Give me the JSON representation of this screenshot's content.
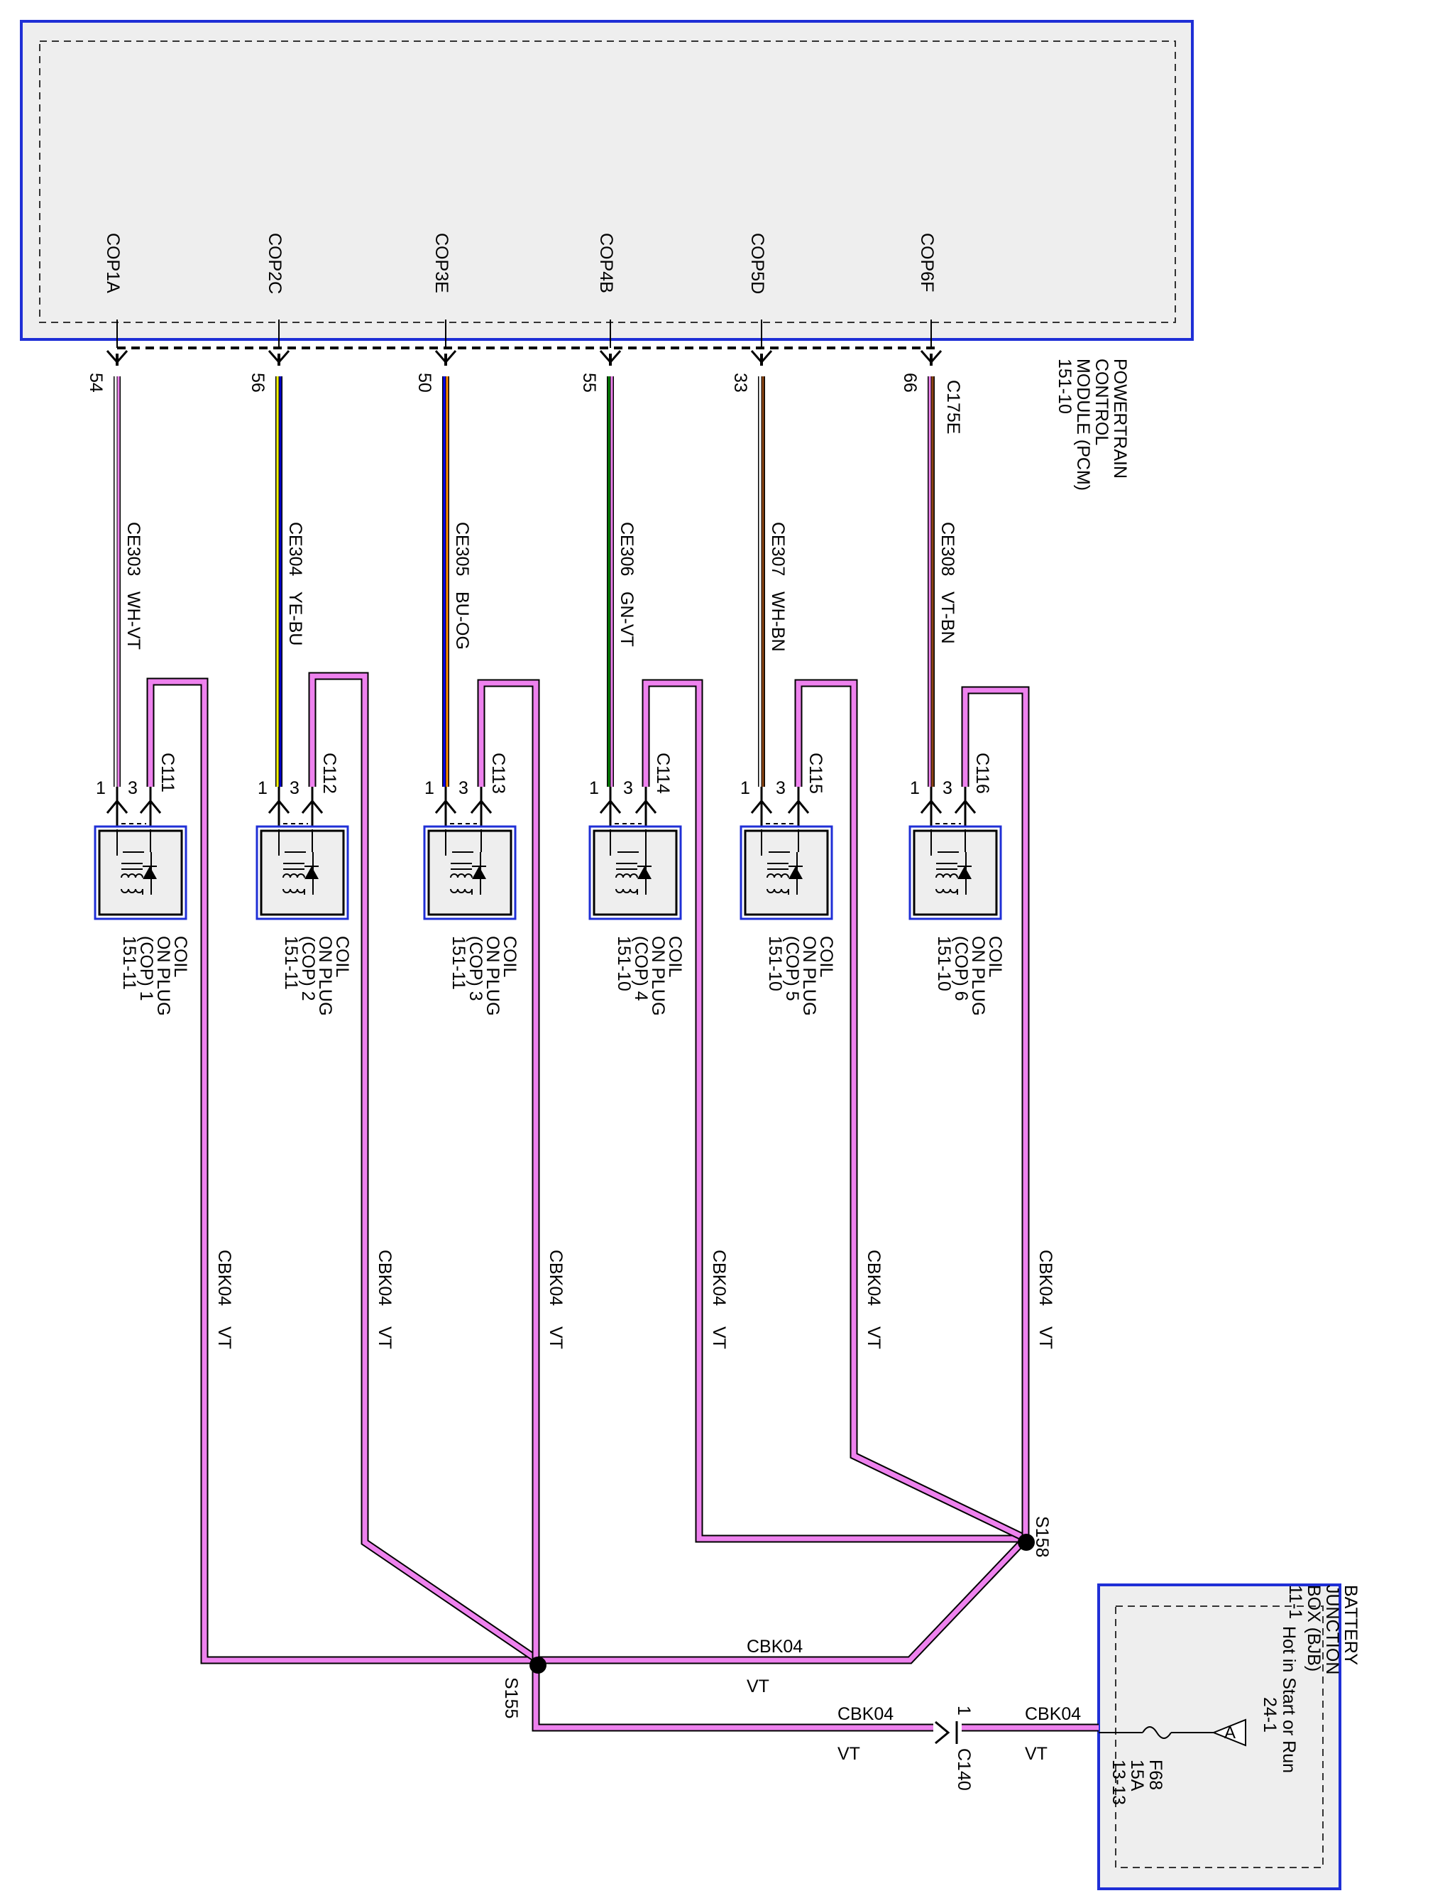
{
  "pcm": {
    "name_lines": [
      "POWERTRAIN",
      "CONTROL",
      "MODULE (PCM)",
      "151-10"
    ],
    "connector": "C175E",
    "pins": [
      {
        "label": "COP1A",
        "pin": "54"
      },
      {
        "label": "COP2C",
        "pin": "56"
      },
      {
        "label": "COP3E",
        "pin": "50"
      },
      {
        "label": "COP4B",
        "pin": "55"
      },
      {
        "label": "COP5D",
        "pin": "33"
      },
      {
        "label": "COP6F",
        "pin": "66"
      }
    ]
  },
  "signal_wires": [
    {
      "circuit": "CE303",
      "color_code": "WH-VT",
      "colors": [
        "#ffffff",
        "#ee82ee"
      ]
    },
    {
      "circuit": "CE304",
      "color_code": "YE-BU",
      "colors": [
        "#ffff00",
        "#0000cc"
      ]
    },
    {
      "circuit": "CE305",
      "color_code": "BU-OG",
      "colors": [
        "#0000ff",
        "#ff8c00"
      ]
    },
    {
      "circuit": "CE306",
      "color_code": "GN-VT",
      "colors": [
        "#008000",
        "#ee82ee"
      ]
    },
    {
      "circuit": "CE307",
      "color_code": "WH-BN",
      "colors": [
        "#ffffff",
        "#8b4513"
      ]
    },
    {
      "circuit": "CE308",
      "color_code": "VT-BN",
      "colors": [
        "#ee82ee",
        "#8b4513"
      ]
    }
  ],
  "coils": [
    {
      "connector": "C111",
      "pin1": "1",
      "pin3": "3",
      "name_lines": [
        "COIL",
        "ON PLUG",
        "(COP) 1",
        "151-11"
      ]
    },
    {
      "connector": "C112",
      "pin1": "1",
      "pin3": "3",
      "name_lines": [
        "COIL",
        "ON PLUG",
        "(COP) 2",
        "151-11"
      ]
    },
    {
      "connector": "C113",
      "pin1": "1",
      "pin3": "3",
      "name_lines": [
        "COIL",
        "ON PLUG",
        "(COP) 3",
        "151-11"
      ]
    },
    {
      "connector": "C114",
      "pin1": "1",
      "pin3": "3",
      "name_lines": [
        "COIL",
        "ON PLUG",
        "(COP) 4",
        "151-10"
      ]
    },
    {
      "connector": "C115",
      "pin1": "1",
      "pin3": "3",
      "name_lines": [
        "COIL",
        "ON PLUG",
        "(COP) 5",
        "151-10"
      ]
    },
    {
      "connector": "C116",
      "pin1": "1",
      "pin3": "3",
      "name_lines": [
        "COIL",
        "ON PLUG",
        "(COP) 6",
        "151-10"
      ]
    }
  ],
  "power_circuit": {
    "circuit": "CBK04",
    "color_code": "VT",
    "color": "#ee82ee"
  },
  "splices": [
    "S155",
    "S158"
  ],
  "inline_connector": {
    "name": "C140",
    "pin": "1"
  },
  "bjb": {
    "name_lines": [
      "BATTERY",
      "JUNCTION",
      "BOX (BJB)",
      "11-1"
    ],
    "hot_in": "Hot in Start or Run",
    "ref": "24-1",
    "source_tag": "A",
    "fuse_lines": [
      "F68",
      "15A",
      "13-13"
    ]
  },
  "colors": {
    "module_border": "#1f2fd6",
    "module_fill": "#eeeeee",
    "power_wire": "#ee82ee"
  }
}
